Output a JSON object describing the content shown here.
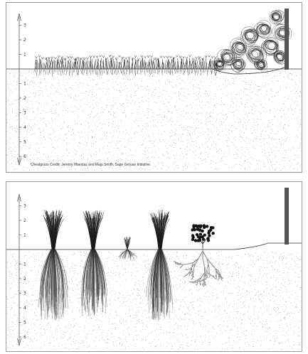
{
  "scale_ticks": [
    "3",
    "2",
    "1",
    "1",
    "2",
    "3",
    "4",
    "5",
    "6"
  ],
  "top_panel": {
    "caption": "Cheatgrass Credit: Jeremy Maestas and Maja Smith, Sage Grouse Initiative."
  },
  "colors": {
    "ink": "#1a1a1a",
    "post": "#555555",
    "soil": "#8a8a8a",
    "frame": "#9a9a9a"
  }
}
